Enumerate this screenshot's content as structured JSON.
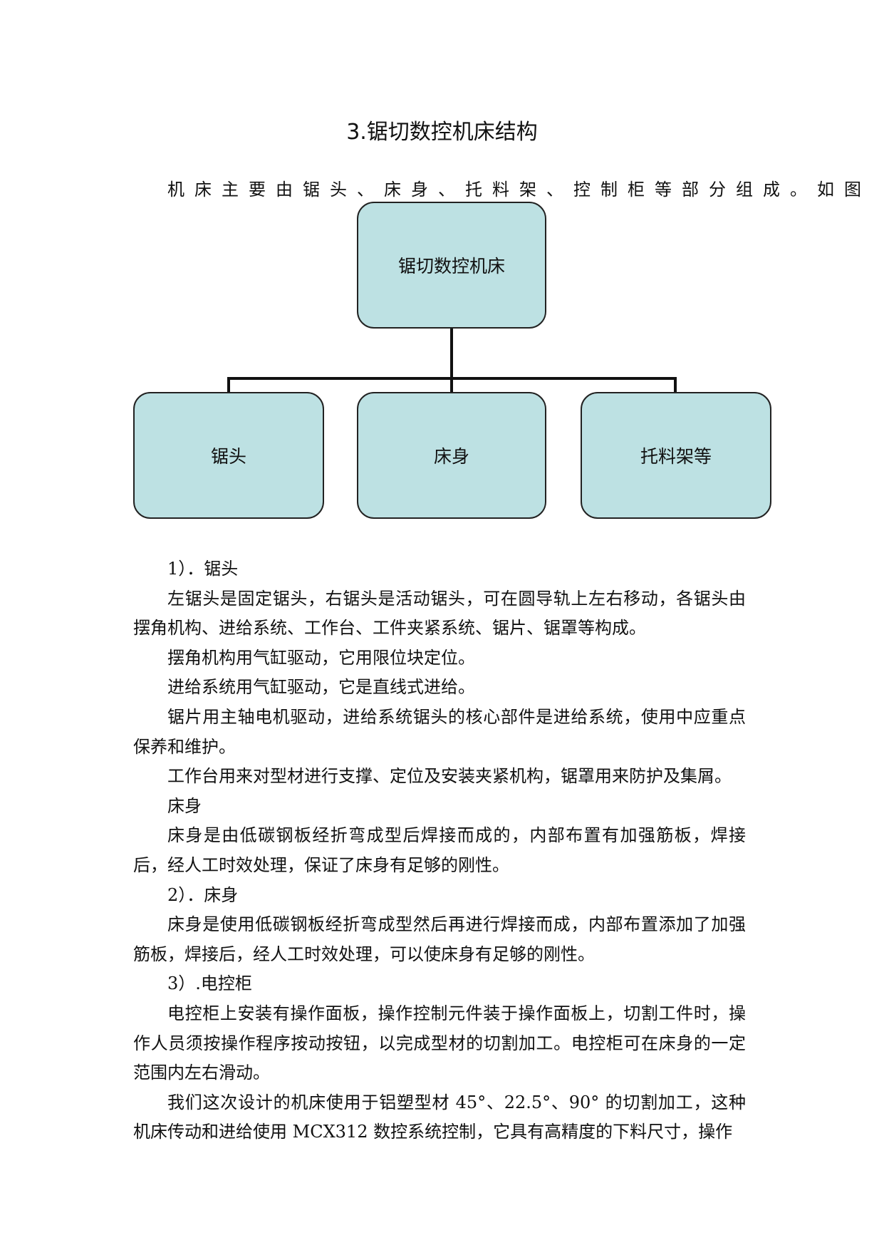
{
  "doc": {
    "title": "3.锯切数控机床结构",
    "intro": "机床主要由锯头、床身、托料架、控制柜等部分组成。如图"
  },
  "diagram": {
    "root": "锯切数控机床",
    "children": [
      "锯头",
      "床身",
      "托料架等"
    ]
  },
  "paragraphs": [
    "1）．锯头",
    "左锯头是固定锯头，右锯头是活动锯头，可在圆导轨上左右移动，各锯头由摆角机构、进给系统、工作台、工件夹紧系统、锯片、锯罩等构成。",
    "摆角机构用气缸驱动，它用限位块定位。",
    "进给系统用气缸驱动，它是直线式进给。",
    "锯片用主轴电机驱动，进给系统锯头的核心部件是进给系统，使用中应重点保养和维护。",
    "工作台用来对型材进行支撑、定位及安装夹紧机构，锯罩用来防护及集屑。",
    "床身",
    "床身是由低碳钢板经折弯成型后焊接而成的，内部布置有加强筋板，焊接后，经人工时效处理，保证了床身有足够的刚性。",
    "2）．床身",
    "床身是使用低碳钢板经折弯成型然后再进行焊接而成，内部布置添加了加强筋板，焊接后，经人工时效处理，可以使床身有足够的刚性。",
    "3）.电控柜",
    "电控柜上安装有操作面板，操作控制元件装于操作面板上，切割工件时，操作人员须按操作程序按动按钮，以完成型材的切割加工。电控柜可在床身的一定范围内左右滑动。",
    "我们这次设计的机床使用于铝塑型材 45°、22.5°、90° 的切割加工，这种机床传动和进给使用 MCX312 数控系统控制，它具有高精度的下料尺寸，操作"
  ]
}
